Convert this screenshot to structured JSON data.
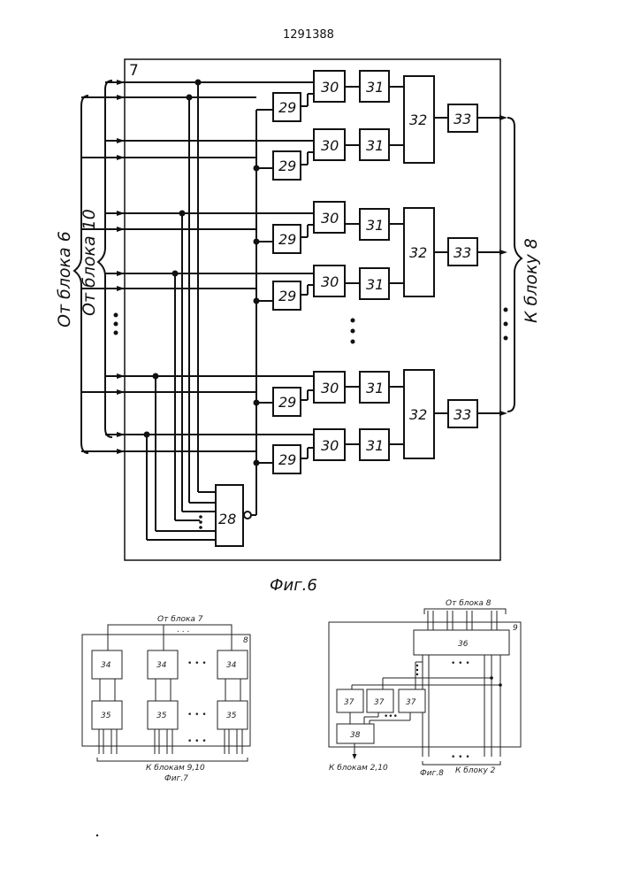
{
  "patent_number": "1291388",
  "fig6": {
    "caption": "Фиг.6",
    "frame_label": "7",
    "left_label_outer": "От блока 6",
    "left_label_inner": "От блока 10",
    "right_label": "К блоку 8",
    "blocks": {
      "b28": "28",
      "b29": "29",
      "b30": "30",
      "b31": "31",
      "b32": "32",
      "b33": "33"
    }
  },
  "fig7": {
    "caption": "Фиг.7",
    "frame_label": "8",
    "top_label": "От блока 7",
    "bottom_label": "К блокам 9,10",
    "blocks": {
      "b34": "34",
      "b35": "35"
    }
  },
  "fig8": {
    "caption": "Фиг.8",
    "frame_label": "9",
    "top_label": "От блока 8",
    "bottom_left_label": "К блокам 2,10",
    "bottom_right_label": "К блоку 2",
    "blocks": {
      "b36": "36",
      "b37": "37",
      "b38": "38"
    }
  }
}
